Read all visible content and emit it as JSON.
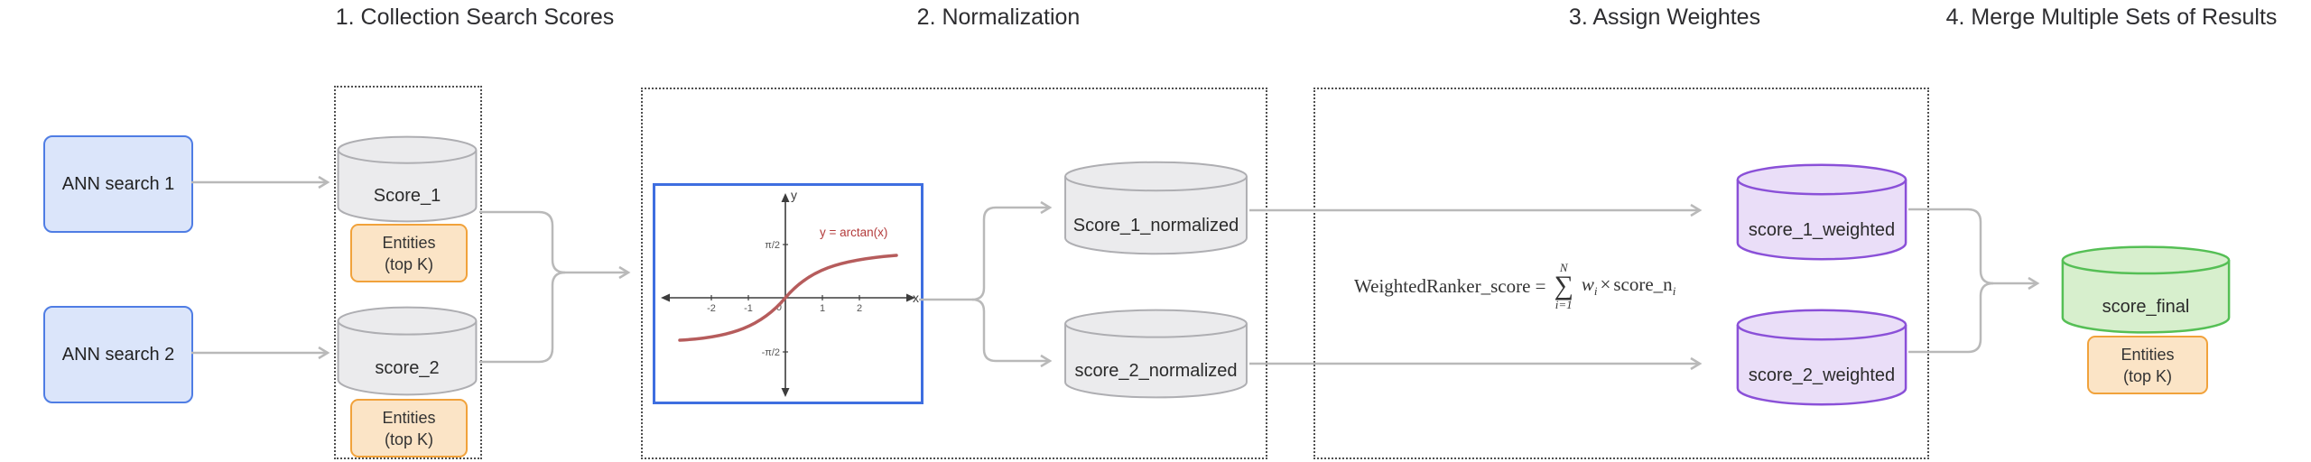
{
  "titles": {
    "step1": "1. Collection Search Scores",
    "step2": "2. Normalization",
    "step3": "3. Assign Weightes",
    "step4": "4. Merge Multiple Sets of Results"
  },
  "nodes": {
    "ann1": "ANN search 1",
    "ann2": "ANN search 2",
    "score1": "Score_1",
    "score2": "score_2",
    "entities_line1": "Entities",
    "entities_line2": "(top K)",
    "score1_normalized": "Score_1_normalized",
    "score2_normalized": "score_2_normalized",
    "score1_weighted": "score_1_weighted",
    "score2_weighted": "score_2_weighted",
    "score_final": "score_final"
  },
  "formula": {
    "lhs": "WeightedRanker_score =",
    "sigma": "∑",
    "sigma_upper": "N",
    "sigma_lower": "i=1",
    "w": "w",
    "w_sub": "i",
    "times": "×",
    "rhs": "score_n",
    "rhs_sub": "i"
  },
  "plot": {
    "title": "y = arctan(x)",
    "x_label": "x",
    "y_label": "y",
    "origin_label": "0",
    "x_ticks": [
      "-2",
      "-1",
      "1",
      "2"
    ],
    "y_tick_top": "π/2",
    "y_tick_bottom": "-π/2"
  },
  "chart_data": {
    "type": "line",
    "title": "y = arctan(x)",
    "function": "y = arctan(x)",
    "x_ticks": [
      -2,
      -1,
      0,
      1,
      2
    ],
    "y_ticks": [
      "-π/2",
      "π/2"
    ],
    "x_range": [
      -3,
      3
    ],
    "y_range": [
      "-π/2",
      "π/2"
    ],
    "grid": false,
    "curve_color": "#b65c5c"
  },
  "colors": {
    "text": "#2d2d30",
    "dash": "#4f4f4f",
    "arrow": "#b9b9b9",
    "ann-fill": "#dbe5fa",
    "ann-stroke": "#4f7de4",
    "gray-fill": "#ebebed",
    "gray-stroke": "#aeaeb2",
    "orange-fill": "#fbe4c6",
    "orange-stroke": "#f1a23b",
    "purple-fill": "#eadef8",
    "purple-stroke": "#8a50d8",
    "green-fill": "#d7efcd",
    "green-stroke": "#55bf55",
    "plot-border": "#3e6ee0",
    "curve": "#b65c5c",
    "curve-label": "#b33b3b",
    "axis": "#3c3c3c"
  }
}
